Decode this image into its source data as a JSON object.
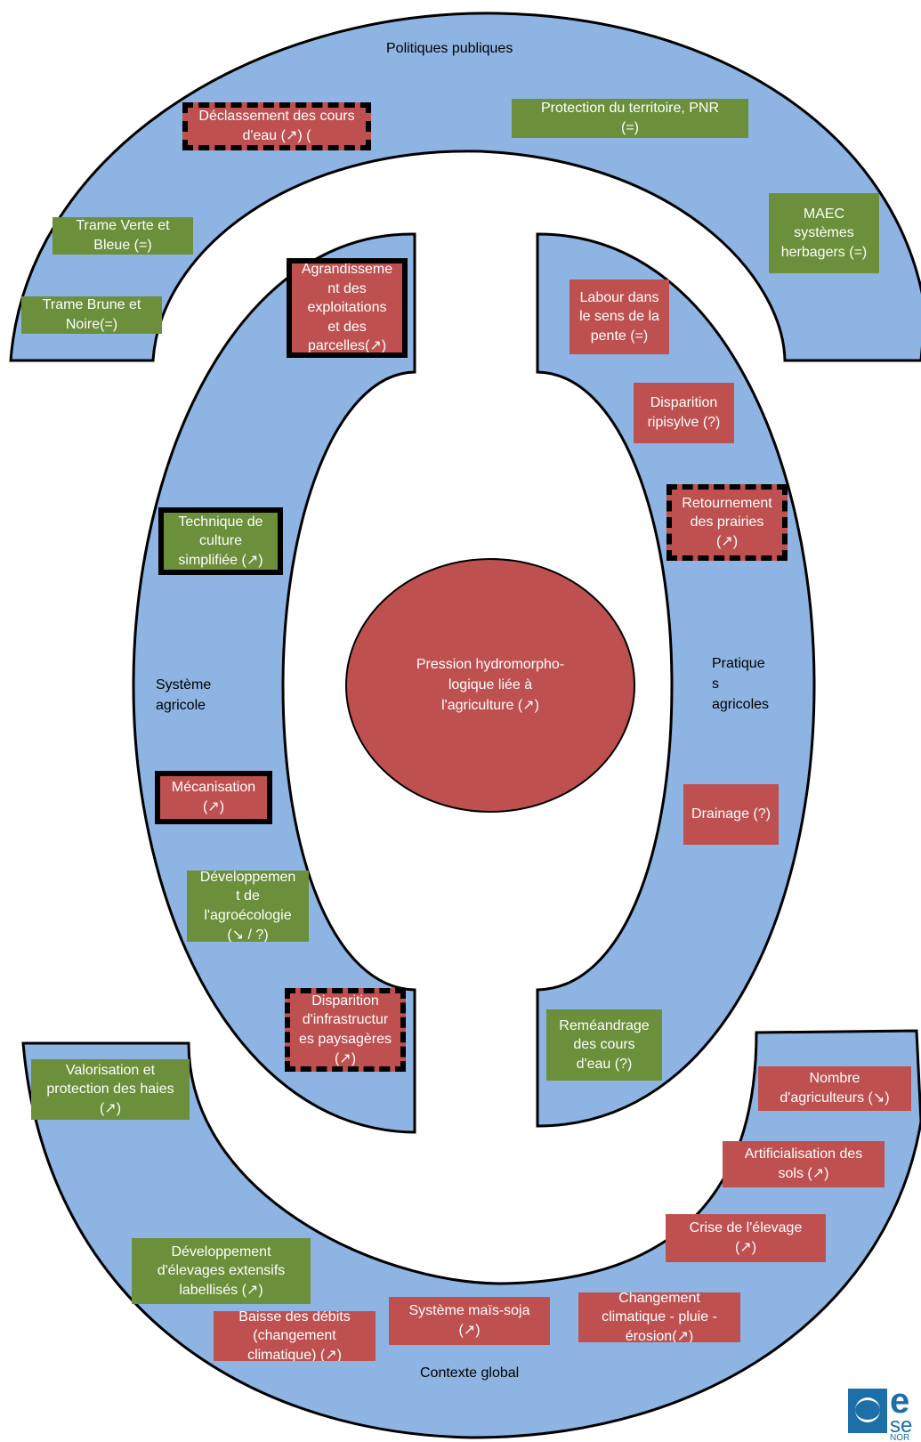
{
  "sections": {
    "top": "Politiques publiques",
    "left": "Système\nagricole",
    "right": "Pratique\ns\nagricoles",
    "bottom": "Contexte global"
  },
  "center": "Pression hydromorpho-\nlogique liée à\nl'agriculture (↗)",
  "items": {
    "declassement": "Déclassement des cours\nd'eau (↗) (",
    "protection_pnr": "Protection du territoire, PNR\n(=)",
    "tvb": "Trame Verte et\nBleue (=)",
    "tbn": "Trame Brune et\nNoire(=)",
    "maec": "MAEC\nsystèmes\nherbagers (=)",
    "agrandissement": "Agrandisseme\nnt des\nexploitations\net des\nparcelles(↗)",
    "labour": "Labour dans\nle sens de la\npente (=)",
    "ripisylve": "Disparition\nripisylve (?)",
    "retournement": "Retournement\ndes prairies\n(↗)",
    "tcs": "Technique de\nculture\nsimplifiée (↗)",
    "mecanisation": "Mécanisation\n(↗)",
    "drainage": "Drainage (?)",
    "agroecologie": "Développemen\nt de\nl'agroécologie\n(↘ / ?)",
    "infrastructures": "Disparition\nd'infrastructur\nes paysagères\n(↗)",
    "remeandrage": "Reméandrage\ndes cours\nd'eau (?)",
    "haies": "Valorisation  et\nprotection des haies\n(↗)",
    "nb_agriculteurs": "Nombre\nd'agriculteurs (↘)",
    "artificialisation": "Artificialisation des\nsols (↗)",
    "elevage_crise": "Crise de l'élevage\n(↗)",
    "elevages_extensifs": "Développement\nd'élevages extensifs\nlabellisés (↗)",
    "debits": "Baisse des débits\n(changement\nclimatique) (↗)",
    "mais_soja": "Système maïs-soja\n(↗)",
    "climat": "Changement\nclimatique - pluie -\nérosion(↗)"
  },
  "logo": {
    "t1": "e",
    "t2": "se",
    "t3": "NOR"
  },
  "colors": {
    "ring": "#8db4e2",
    "green": "#6b8f3a",
    "red": "#bf5050",
    "outline": "#000000"
  }
}
